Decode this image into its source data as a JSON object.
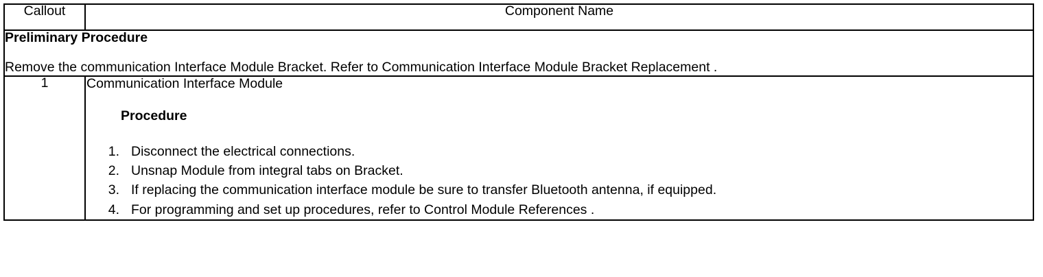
{
  "table": {
    "headers": {
      "callout": "Callout",
      "component_name": "Component Name"
    },
    "preliminary": {
      "title": "Preliminary Procedure",
      "text": "Remove the communication Interface Module Bracket. Refer to Communication Interface Module Bracket Replacement ."
    },
    "rows": [
      {
        "callout": "1",
        "component_name": "Communication Interface Module",
        "procedure_label": "Procedure",
        "steps": [
          {
            "number": "1.",
            "text": "Disconnect the electrical connections."
          },
          {
            "number": "2.",
            "text": "Unsnap Module from integral tabs on Bracket."
          },
          {
            "number": "3.",
            "text": "If replacing the communication interface module be sure to transfer Bluetooth antenna, if equipped."
          },
          {
            "number": "4.",
            "text": "For programming and set up procedures, refer to Control Module References ."
          }
        ]
      }
    ]
  },
  "colors": {
    "border": "#000000",
    "text": "#000000",
    "background": "#ffffff"
  }
}
